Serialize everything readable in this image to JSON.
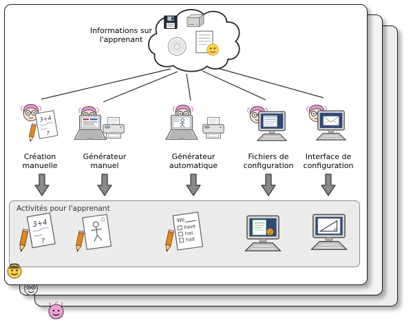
{
  "cloud": {
    "label": "Informations sur l'apprenant",
    "icons": [
      "floppy-disk",
      "hard-drive",
      "cd",
      "document-with-smiley"
    ]
  },
  "methods": [
    {
      "label": "Création manuelle",
      "icons": [
        "person",
        "paper-pencil"
      ]
    },
    {
      "label": "Générateur manuel",
      "icons": [
        "person",
        "laptop",
        "printer"
      ]
    },
    {
      "label": "Générateur automatique",
      "icons": [
        "person",
        "laptop",
        "printer"
      ]
    },
    {
      "label": "Fichiers de configuration",
      "icons": [
        "person",
        "desktop-computer"
      ]
    },
    {
      "label": "Interface de configuration",
      "icons": [
        "person",
        "desktop-computer-mail"
      ]
    }
  ],
  "activities": {
    "title": "Activités pour l'apprenant",
    "items": [
      "math-paper-pencil",
      "drawing-paper-pencil",
      "fillin-paper-pencil",
      "computer-document",
      "computer-diagram"
    ]
  },
  "papers": {
    "math": "3+4",
    "question": "?",
    "fillin_title": "We ____",
    "fillin_options": [
      "have",
      "has",
      "had"
    ]
  },
  "colors": {
    "page_bg": "#ffffff",
    "stacked_bg": "#f4f4f4",
    "activities_bg": "#ebebeb",
    "hair_pink": "#e890d8",
    "pencil_orange": "#e2861e",
    "smiley_yellow": "#ffd24a",
    "smiley_gray": "#e8eef2",
    "smiley_pink": "#f2a0cf",
    "screen_blue": "#2e4a72"
  }
}
